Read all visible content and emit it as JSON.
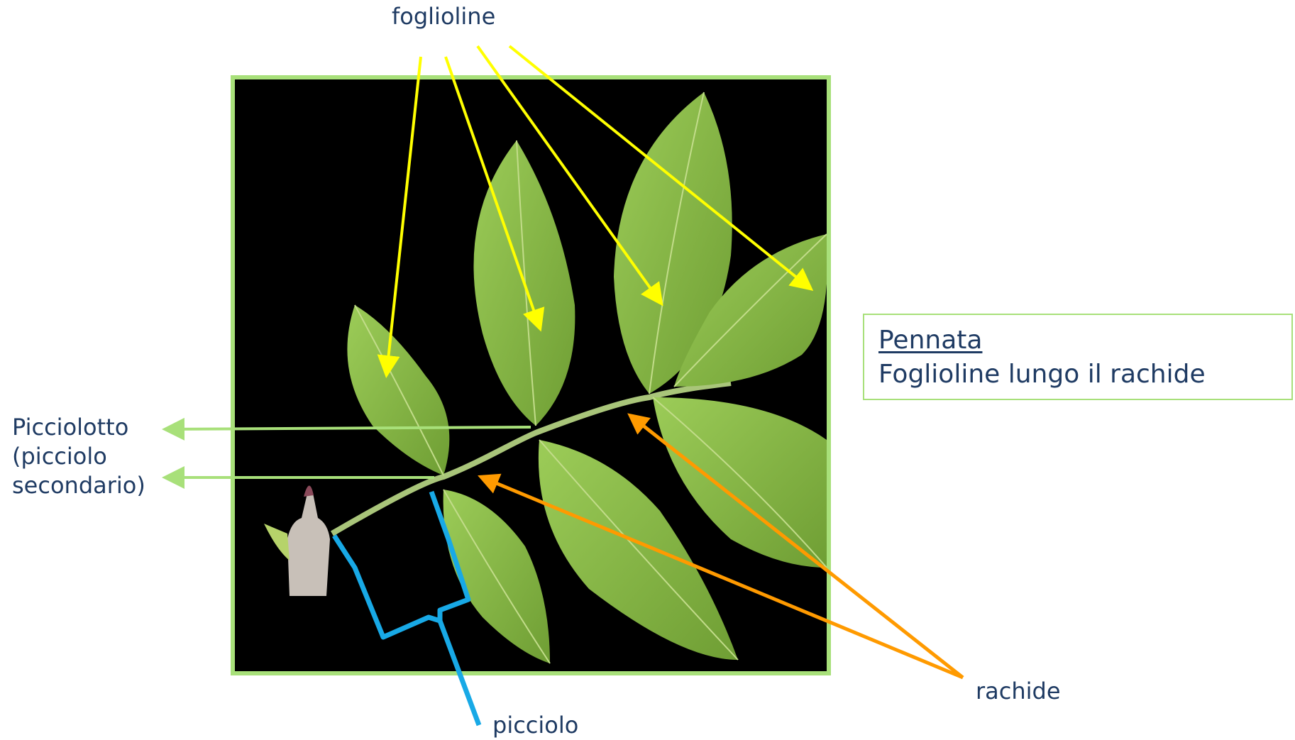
{
  "labels": {
    "foglioline": "foglioline",
    "picciolo_secondario": "Picciolotto\n(picciolo\nsecondario)",
    "picciolo": "picciolo",
    "rachide": "rachide"
  },
  "info_box": {
    "title": "Pennata",
    "subtitle": "Foglioline lungo il rachide"
  },
  "colors": {
    "text": "#1f3b63",
    "frame": "#a8e07a",
    "yellow_arrows": "#ffff00",
    "green_arrows": "#a8e07a",
    "blue_bracket": "#18a9e6",
    "orange_arrows": "#ff9a00",
    "leaf": "#8fbf4a",
    "photo_background": "#000000"
  }
}
